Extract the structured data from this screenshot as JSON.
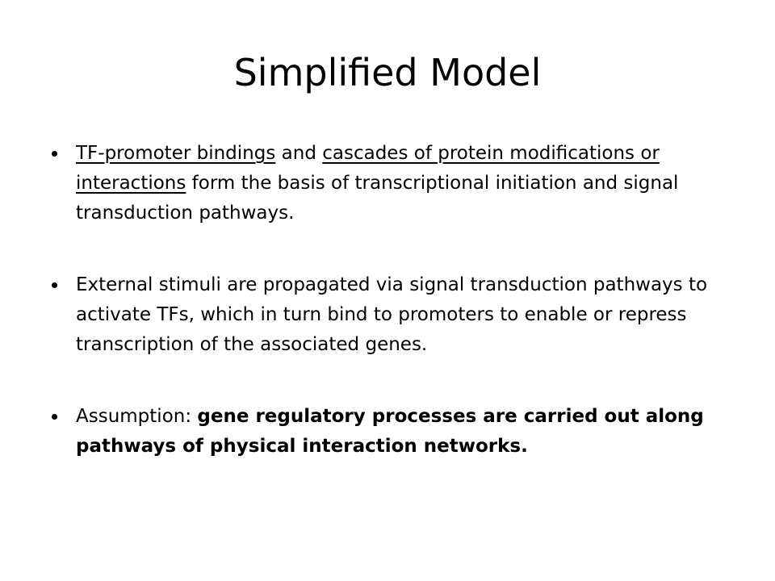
{
  "slide": {
    "title": "Simplified Model",
    "bullets": [
      {
        "link1": "TF-promoter bindings",
        "text1": " and ",
        "link2": "cascades of protein modifications or interactions",
        "text2": " form the basis of transcriptional initiation and signal transduction pathways."
      },
      {
        "text": "External stimuli are propagated via signal transduction pathways to activate TFs, which in turn bind to promoters to enable or repress transcription of the associated genes."
      },
      {
        "lead": "Assumption: ",
        "bold": "gene regulatory processes are carried out along pathways of physical interaction networks."
      }
    ]
  }
}
